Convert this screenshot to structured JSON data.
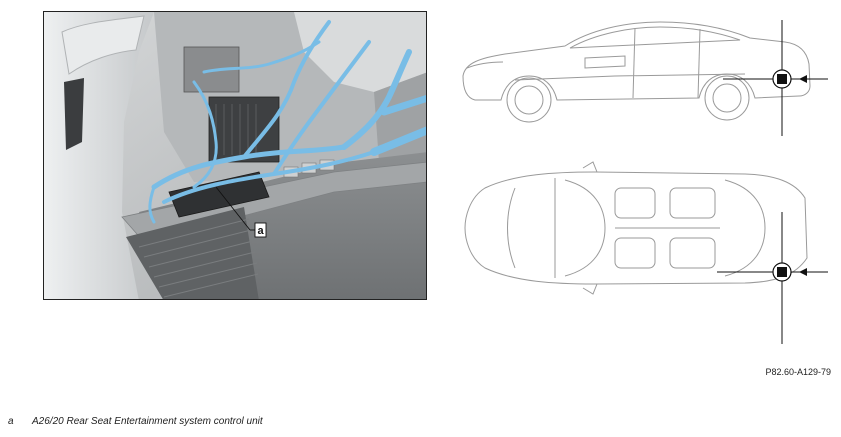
{
  "callout": {
    "letter": "a"
  },
  "figure_code": "P82.60-A129-79",
  "legend": [
    {
      "key": "a",
      "text": "A26/20 Rear Seat Entertainment system control unit"
    }
  ],
  "colors": {
    "harness_highlight": "#79bde6",
    "frame": "#222222",
    "line_art": "#9a9a9a",
    "marker": "#111111"
  },
  "icons": {
    "location_marker": "crosshair-square-icon"
  }
}
